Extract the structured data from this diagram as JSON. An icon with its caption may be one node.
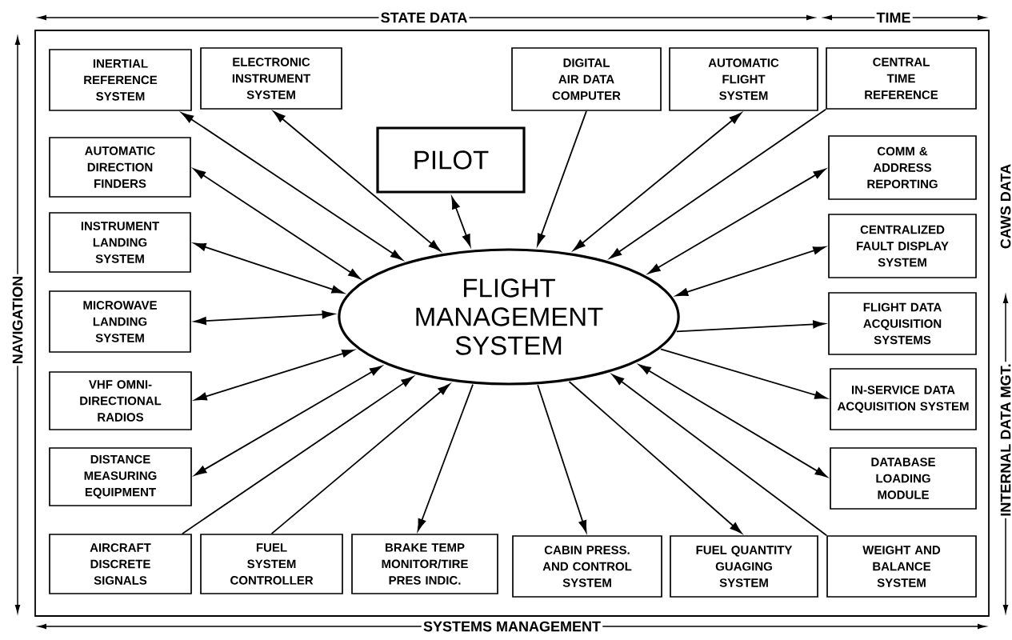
{
  "diagram": {
    "nodes": [
      {
        "text": [
          "INERTIAL REFERENCE SYSTEM"
        ]
      },
      {
        "text": [
          "ELECTRONIC INSTRUMENT SYSTEM"
        ]
      },
      {
        "text": [
          "DIGITAL AIR DATA COMPUTER"
        ]
      },
      {
        "text": [
          "AUTOMATIC FLIGHT SYSTEM"
        ]
      },
      {
        "text": [
          "CENTRAL TIME REFERENCE"
        ]
      },
      {
        "text": [
          "AUTOMATIC DIRECTION FINDERS"
        ]
      },
      {
        "text": [
          "PILOT"
        ]
      },
      {
        "text": [
          "COMM & ADDRESS REPORTING"
        ]
      },
      {
        "text": [
          "INSTRUMENT LANDING SYSTEM"
        ]
      },
      {
        "text": [
          "CENTRALIZED FAULT DISPLAY SYSTEM"
        ]
      },
      {
        "text": [
          "MICROWAVE LANDING SYSTEM"
        ]
      },
      {
        "text": [
          "FLIGHT MANAGEMENT SYSTEM"
        ]
      },
      {
        "text": [
          "FLIGHT DATA ACQUISITION SYSTEMS"
        ]
      },
      {
        "text": [
          "VHF OMNI-DIRECTIONAL RADIOS"
        ]
      },
      {
        "text": [
          "IN-SERVICE DATA ACQUISITION SYSTEM"
        ]
      },
      {
        "text": [
          "DISTANCE MEASURING EQUIPMENT"
        ]
      },
      {
        "text": [
          "DATABASE LOADING MODULE"
        ]
      },
      {
        "text": [
          "AIRCRAFT DISCRETE SIGNALS"
        ]
      },
      {
        "text": [
          "FUEL SYSTEM CONTROLLER"
        ]
      },
      {
        "text": [
          "BRAKE TEMP MONITOR/TIRE PRES INDIC."
        ]
      },
      {
        "text": [
          "CABIN PRESS. AND CONTROL SYSTEM"
        ]
      },
      {
        "text": [
          "FUEL QUANTITY GUAGING SYSTEM"
        ]
      },
      {
        "text": [
          "WEIGHT AND BALANCE SYSTEM"
        ]
      }
    ],
    "edges": [
      {
        "from": 11,
        "to": 0,
        "arrow": "both"
      },
      {
        "from": 11,
        "to": 1,
        "arrow": "both"
      },
      {
        "from": 2,
        "to": 11,
        "arrow": "to"
      },
      {
        "from": 11,
        "to": 3,
        "arrow": "both"
      },
      {
        "from": 4,
        "to": 11,
        "arrow": "to"
      },
      {
        "from": 11,
        "to": 5,
        "arrow": "both"
      },
      {
        "from": 11,
        "to": 6,
        "arrow": "both"
      },
      {
        "from": 11,
        "to": 7,
        "arrow": "both"
      },
      {
        "from": 11,
        "to": 8,
        "arrow": "both"
      },
      {
        "from": 11,
        "to": 9,
        "arrow": "both"
      },
      {
        "from": 11,
        "to": 10,
        "arrow": "both"
      },
      {
        "from": 11,
        "to": 12,
        "arrow": "to"
      },
      {
        "from": 11,
        "to": 13,
        "arrow": "both"
      },
      {
        "from": 11,
        "to": 14,
        "arrow": "to"
      },
      {
        "from": 11,
        "to": 15,
        "arrow": "both"
      },
      {
        "from": 11,
        "to": 16,
        "arrow": "both"
      },
      {
        "from": 17,
        "to": 11,
        "arrow": "to"
      },
      {
        "from": 18,
        "to": 11,
        "arrow": "to"
      },
      {
        "from": 11,
        "to": 19,
        "arrow": "to"
      },
      {
        "from": 11,
        "to": 20,
        "arrow": "to"
      },
      {
        "from": 11,
        "to": 21,
        "arrow": "to"
      },
      {
        "from": 22,
        "to": 11,
        "arrow": "to"
      }
    ],
    "labels": [
      "STATE DATA",
      "TIME",
      "NAVIGATION",
      "CAWS DATA",
      "INTERNAL DATA MGT.",
      "SYSTEMS MANAGEMENT"
    ]
  }
}
